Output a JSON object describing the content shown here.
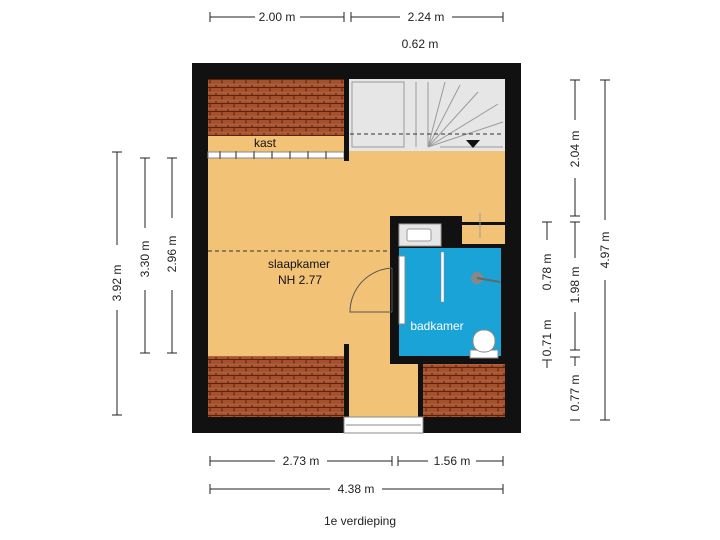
{
  "floor_label": "1e verdieping",
  "rooms": {
    "closet": "kast",
    "bedroom": "slaapkamer",
    "bedroom_height": "NH 2.77",
    "bathroom": "badkamer"
  },
  "dimensions": {
    "top_left": "2.00 m",
    "top_right": "2.24 m",
    "top_small": "0.62 m",
    "bottom_left": "2.73 m",
    "bottom_right": "1.56 m",
    "bottom_total": "4.38 m",
    "left_outer": "3.92 m",
    "left_middle": "3.30 m",
    "left_inner": "2.96 m",
    "right_upper": "2.04 m",
    "right_middle": "1.98 m",
    "right_lower": "0.77 m",
    "right_total": "4.97 m",
    "right_small_a": "0.71 m",
    "right_small_b": "0.78 m"
  },
  "colors": {
    "floor": "#f2c277",
    "wall": "#111111",
    "bathroom": "#1aa3d6",
    "roof_tile": "#a6512e",
    "stair": "#e6e6e6"
  }
}
